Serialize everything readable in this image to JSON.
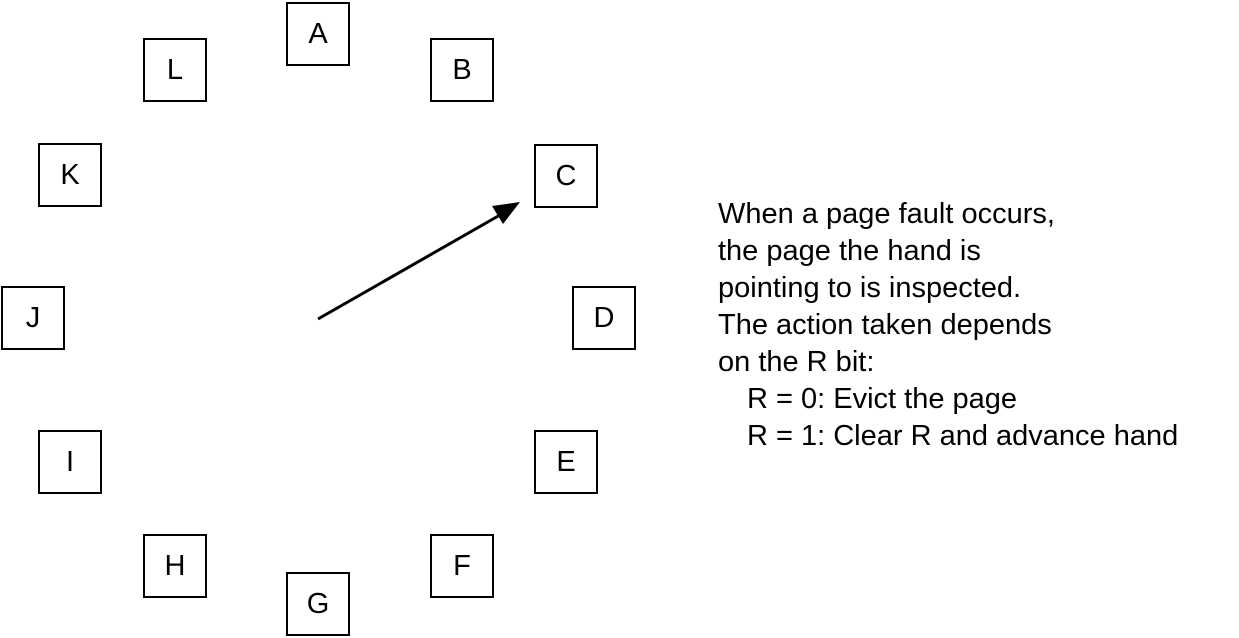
{
  "pages": [
    "A",
    "B",
    "C",
    "D",
    "E",
    "F",
    "G",
    "H",
    "I",
    "J",
    "K",
    "L"
  ],
  "explanation": {
    "lines": [
      "When a page fault occurs,",
      "the page the hand is",
      "pointing to is inspected.",
      "The action taken depends",
      "on the R bit:"
    ],
    "rules": [
      "R = 0: Evict the page",
      "R = 1: Clear R and advance hand"
    ]
  }
}
